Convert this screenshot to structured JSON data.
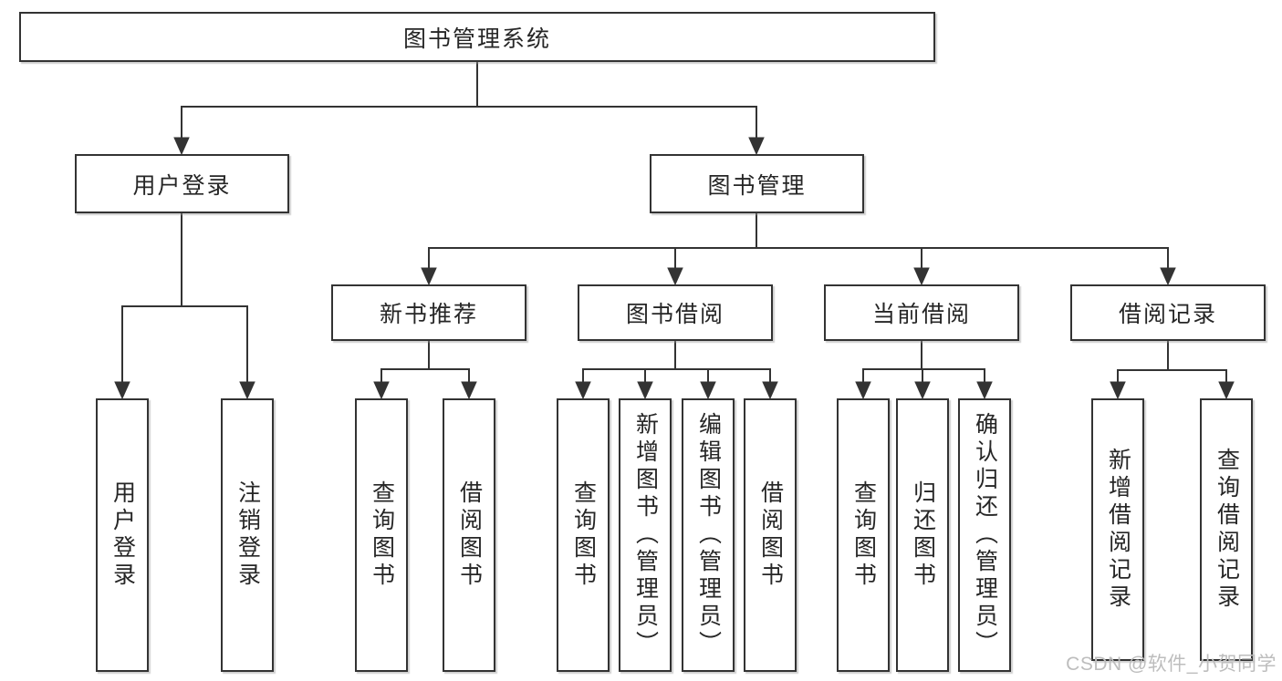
{
  "nodes": {
    "root": "图书管理系统",
    "user_login": "用户登录",
    "book_mgmt": "图书管理",
    "new_book_rec": "新书推荐",
    "book_borrow": "图书借阅",
    "current_borrow": "当前借阅",
    "borrow_record": "借阅记录",
    "leaf_user_login": "用户登录",
    "leaf_logout": "注销登录",
    "leaf_nbr_query": "查询图书",
    "leaf_nbr_borrow": "借阅图书",
    "leaf_bb_query": "查询图书",
    "leaf_bb_add": "新增图书（管理员）",
    "leaf_bb_edit": "编辑图书（管理员）",
    "leaf_bb_borrow": "借阅图书",
    "leaf_cb_query": "查询图书",
    "leaf_cb_return": "归还图书",
    "leaf_cb_confirm": "确认归还（管理员）",
    "leaf_br_add": "新增借阅记录",
    "leaf_br_query": "查询借阅记录"
  },
  "hierarchy": {
    "图书管理系统": {
      "用户登录": [
        "用户登录",
        "注销登录"
      ],
      "图书管理": {
        "新书推荐": [
          "查询图书",
          "借阅图书"
        ],
        "图书借阅": [
          "查询图书",
          "新增图书（管理员）",
          "编辑图书（管理员）",
          "借阅图书"
        ],
        "当前借阅": [
          "查询图书",
          "归还图书",
          "确认归还（管理员）"
        ],
        "借阅记录": [
          "新增借阅记录",
          "查询借阅记录"
        ]
      }
    }
  },
  "watermark": "CSDN @软件_小贺同学",
  "colors": {
    "line": "#333333",
    "text": "#262626",
    "box_background": "#ffffff",
    "page_background": "#ffffff",
    "watermark": "#bdbdbd"
  }
}
